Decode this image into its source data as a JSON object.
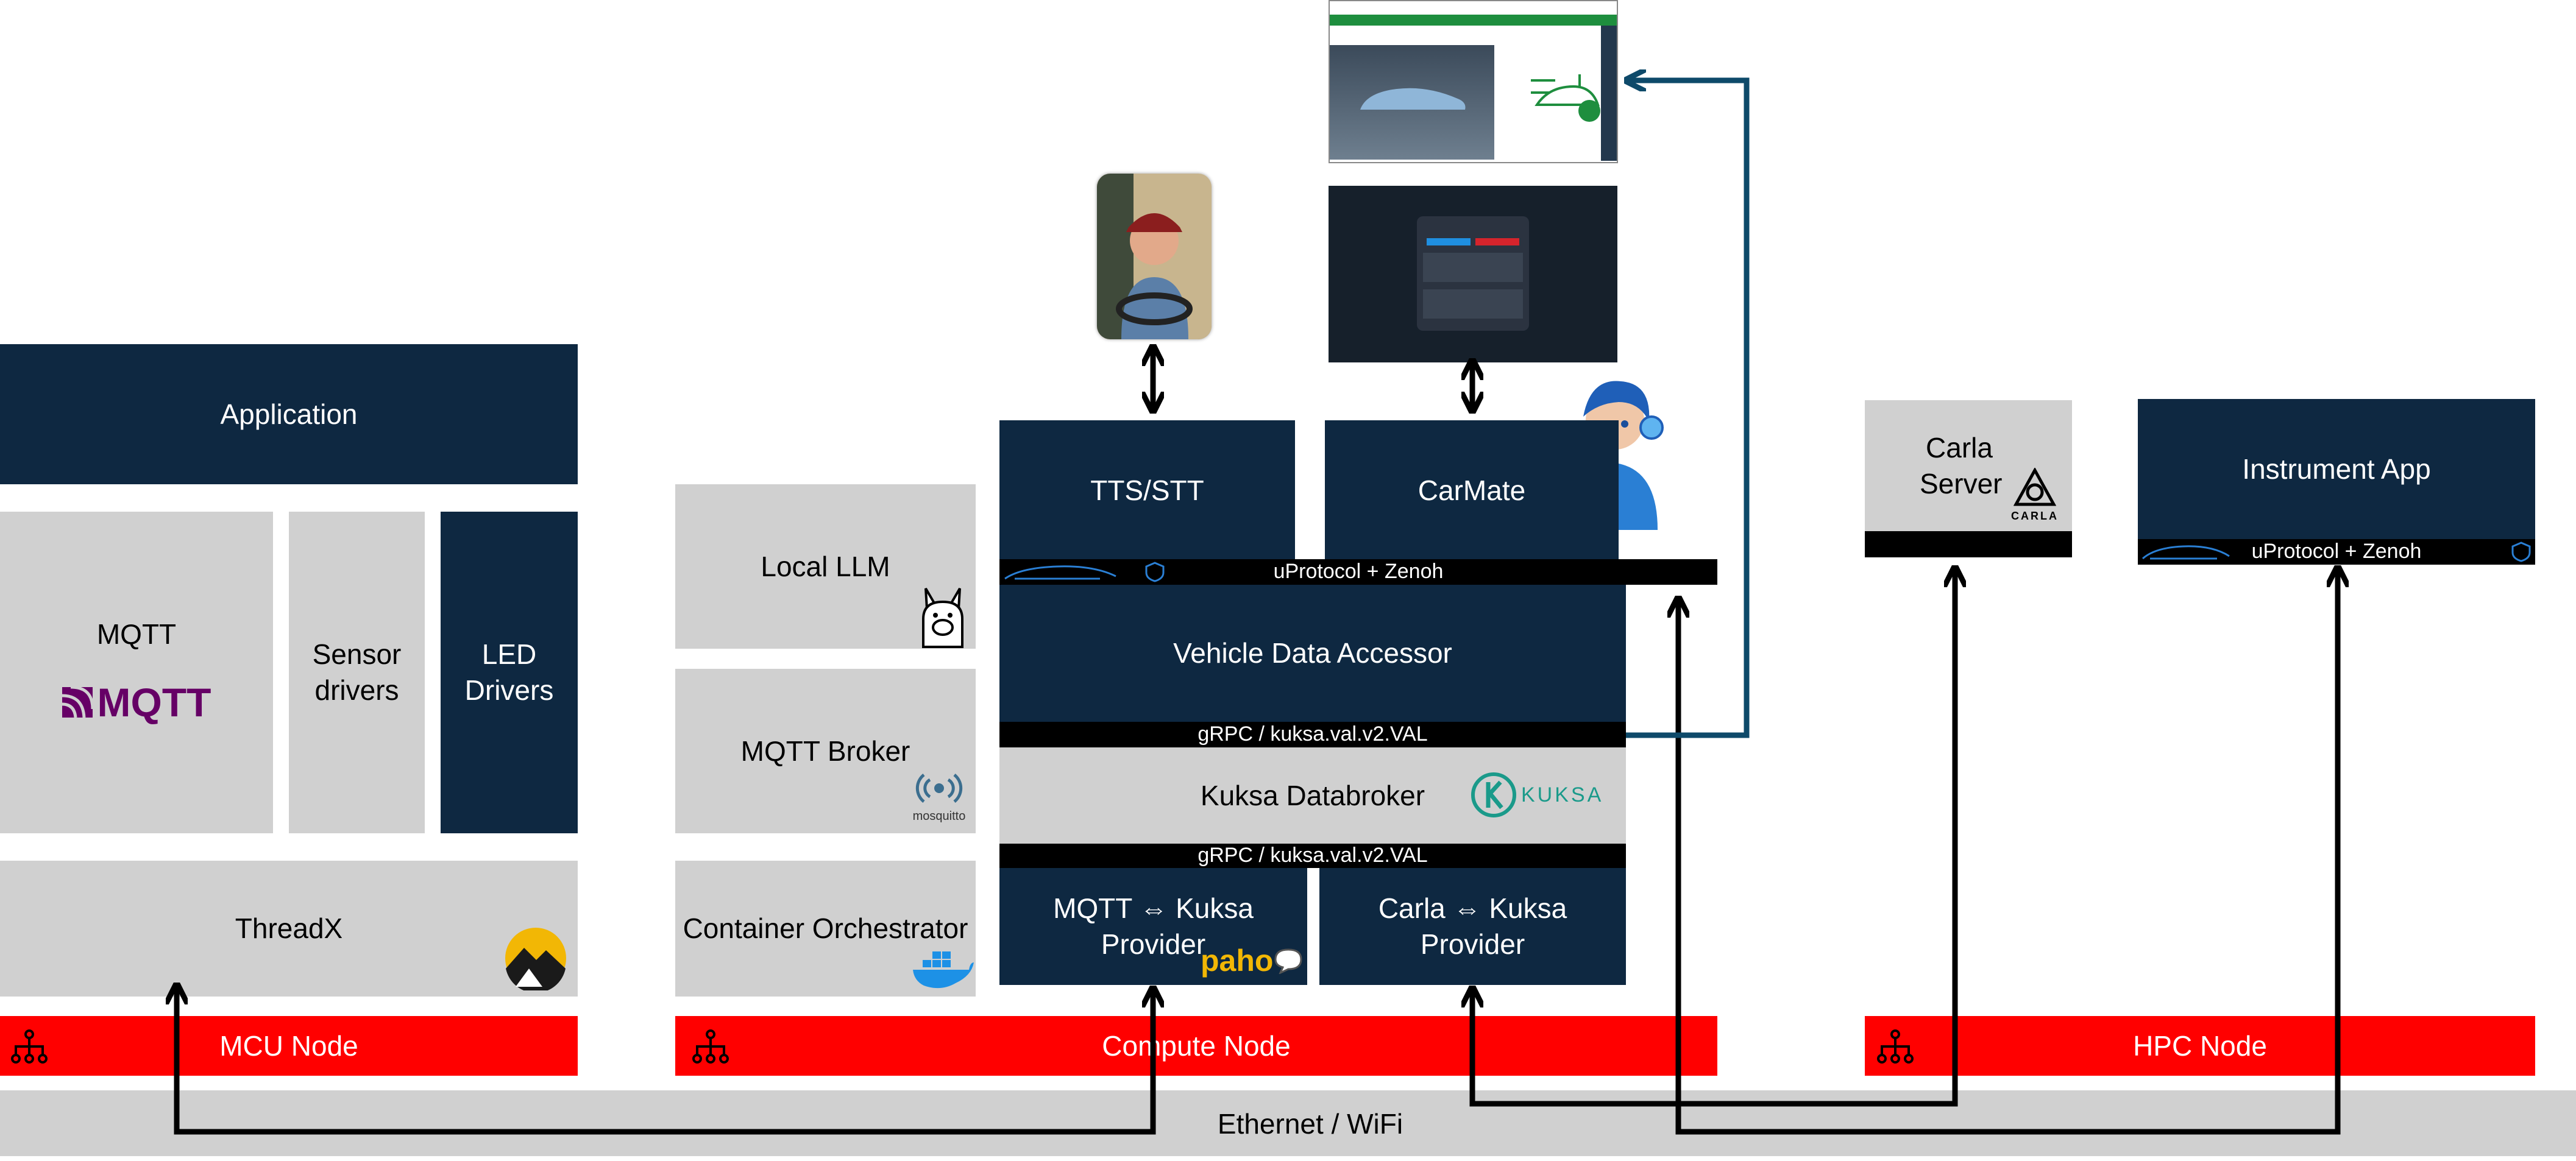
{
  "mcu": {
    "application": "Application",
    "mqtt": "MQTT",
    "mqtt_logo": "MQTT",
    "sensor_drivers": "Sensor drivers",
    "led_drivers": "LED Drivers",
    "threadx": "ThreadX",
    "node": "MCU Node"
  },
  "compute": {
    "local_llm": "Local LLM",
    "mqtt_broker": "MQTT Broker",
    "mosquitto_logo": "mosquitto",
    "container_orchestrator": "Container Orchestrator",
    "tts_stt": "TTS/STT",
    "carmate": "CarMate",
    "uprotocol_bar": "uProtocol + Zenoh",
    "vda": "Vehicle Data Accessor",
    "grpc_top": "gRPC / kuksa.val.v2.VAL",
    "databroker": "Kuksa Databroker",
    "kuksa_logo": "KUKSA",
    "grpc_bottom": "gRPC / kuksa.val.v2.VAL",
    "mqtt_provider": "MQTT ⇔ Kuksa Provider",
    "paho_logo": "paho",
    "carla_provider": "Carla ⇔ Kuksa Provider",
    "node": "Compute Node"
  },
  "hpc": {
    "carla_server": "Carla Server",
    "carla_logo": "CARLA",
    "instrument_app": "Instrument App",
    "uprotocol_bar": "uProtocol + Zenoh",
    "node": "HPC Node"
  },
  "network": {
    "label": "Ethernet / WiFi"
  },
  "colors": {
    "navy": "#0e2841",
    "gray": "#d0d0d0",
    "red": "#ff0000",
    "wire_blue": "#0e4a6a"
  }
}
